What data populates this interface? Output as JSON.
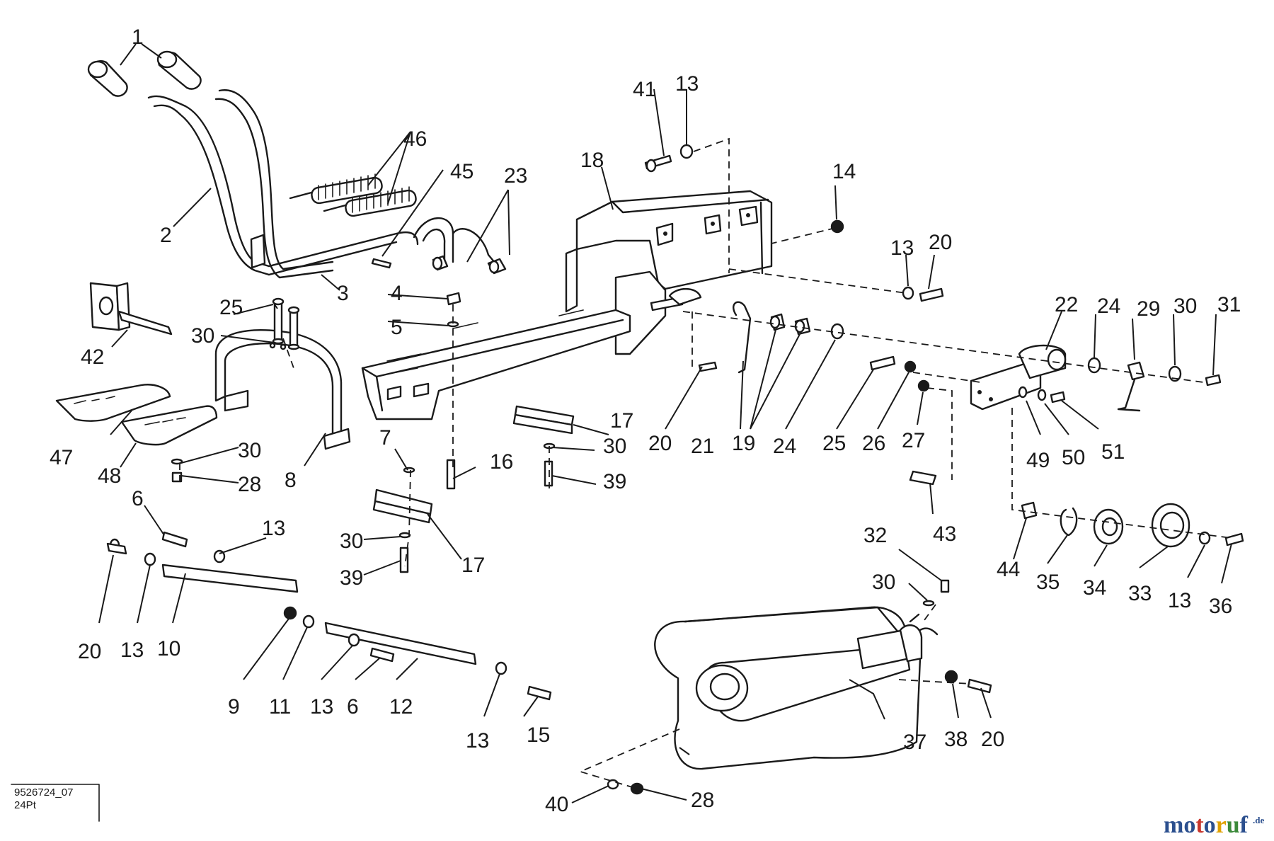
{
  "diagram": {
    "drawing_number": "9526724_07",
    "sheet_code": "24Pt",
    "callouts": {
      "c1": "1",
      "c2": "2",
      "c3": "3",
      "c4": "4",
      "c5": "5",
      "c6a": "6",
      "c6b": "6",
      "c7": "7",
      "c8": "8",
      "c9": "9",
      "c10": "10",
      "c11": "11",
      "c12": "12",
      "c13a": "13",
      "c13b": "13",
      "c13c": "13",
      "c13d": "13",
      "c13e": "13",
      "c13f": "13",
      "c13g": "13",
      "c14": "14",
      "c15": "15",
      "c16": "16",
      "c17a": "17",
      "c17b": "17",
      "c18": "18",
      "c19": "19",
      "c20a": "20",
      "c20b": "20",
      "c20c": "20",
      "c20d": "20",
      "c21": "21",
      "c22": "22",
      "c23": "23",
      "c24a": "24",
      "c24b": "24",
      "c25a": "25",
      "c25b": "25",
      "c26": "26",
      "c27": "27",
      "c28a": "28",
      "c28b": "28",
      "c29": "29",
      "c30a": "30",
      "c30b": "30",
      "c30c": "30",
      "c30d": "30",
      "c30e": "30",
      "c30f": "30",
      "c31": "31",
      "c32": "32",
      "c33": "33",
      "c34": "34",
      "c35": "35",
      "c36": "36",
      "c37": "37",
      "c38": "38",
      "c39a": "39",
      "c39b": "39",
      "c40": "40",
      "c42": "42",
      "c41": "41",
      "c43": "43",
      "c44": "44",
      "c45": "45",
      "c46": "46",
      "c47": "47",
      "c48": "48",
      "c49": "49",
      "c50": "50",
      "c51": "51"
    }
  },
  "watermark": {
    "parts": [
      "m",
      "o",
      "t",
      "o",
      "r",
      "u",
      "f"
    ],
    "suffix": ".de",
    "colors": [
      "#2b4f8e",
      "#2b4f8e",
      "#c8372d",
      "#2b4f8e",
      "#e0a100",
      "#3c8a3a",
      "#2b4f8e"
    ]
  }
}
